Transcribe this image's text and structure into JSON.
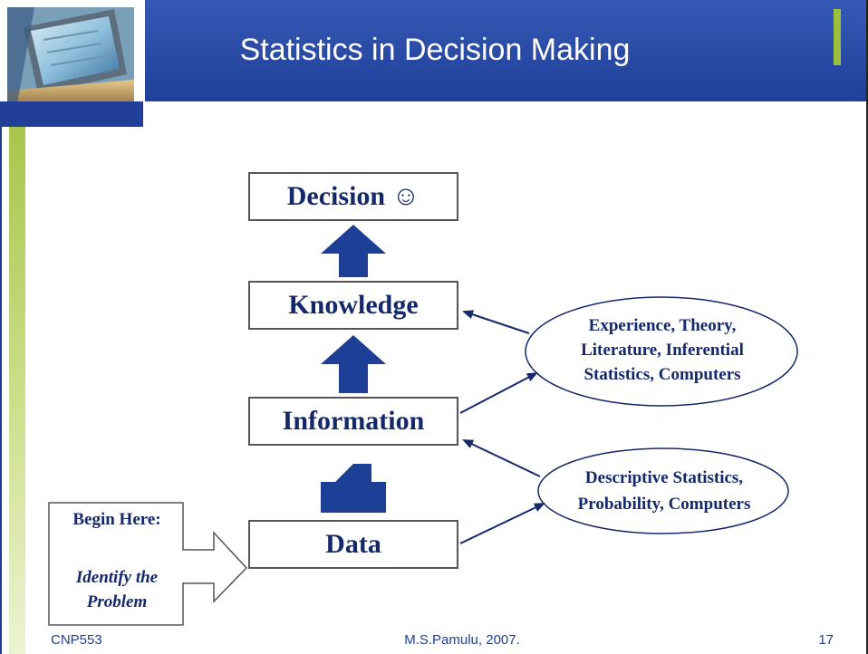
{
  "slide": {
    "title": "Statistics in Decision Making",
    "footer": {
      "left": "CNP553",
      "center": "M.S.Pamulu, 2007.",
      "page_number": "17"
    }
  },
  "diagram": {
    "boxes": {
      "decision": "Decision ☺",
      "knowledge": "Knowledge",
      "information": "Information",
      "data": "Data"
    },
    "ovals": {
      "knowledge_sources": [
        "Experience, Theory,",
        "Literature, Inferential",
        "Statistics, Computers"
      ],
      "information_sources": [
        "Descriptive Statistics,",
        "Probability, Computers"
      ]
    },
    "callout": {
      "begin": "Begin Here:",
      "identify": [
        "Identify the",
        "Problem"
      ]
    }
  },
  "colors": {
    "title_blue": "#1f3f98",
    "accent_green": "#9bbf3c",
    "text_navy": "#14286b",
    "arrow_fill": "#1e3f96"
  }
}
